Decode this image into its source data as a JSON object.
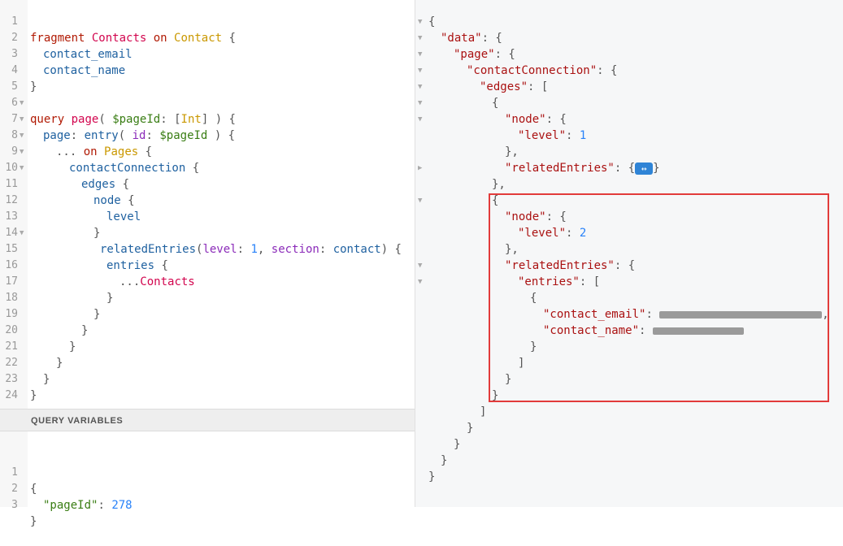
{
  "query_editor": {
    "line_numbers": [
      "1",
      "2",
      "3",
      "4",
      "5",
      "6",
      "7",
      "8",
      "9",
      "10",
      "11",
      "12",
      "13",
      "14",
      "15",
      "16",
      "17",
      "18",
      "19",
      "20",
      "21",
      "22",
      "23",
      "24"
    ],
    "l1": {
      "kw": "fragment",
      "name": "Contacts",
      "on": "on",
      "type": "Contact",
      "brace": "{"
    },
    "l2": "contact_email",
    "l3": "contact_name",
    "l4": "}",
    "l6": {
      "kw": "query",
      "name": "page",
      "open": "(",
      "var": "$pageId",
      "colon": ":",
      "type_open": "[",
      "type": "Int",
      "type_close": "]",
      "close": ") {"
    },
    "l7": {
      "field": "page",
      "colon": ":",
      "fn": "entry",
      "open": "(",
      "arg": "id",
      "argcolon": ":",
      "var": "$pageId",
      "close": ") {"
    },
    "l8": {
      "spread": "...",
      "on": "on",
      "type": "Pages",
      "brace": "{"
    },
    "l9": {
      "field": "contactConnection",
      "brace": "{"
    },
    "l10": {
      "field": "edges",
      "brace": "{"
    },
    "l11": {
      "field": "node",
      "brace": "{"
    },
    "l12": "level",
    "l13": "}",
    "l14": {
      "field": "relatedEntries",
      "open": "(",
      "arg1": "level",
      "c1": ":",
      "v1": "1",
      "comma": ",",
      "arg2": "section",
      "c2": ":",
      "v2": "contact",
      "close": ") {"
    },
    "l15": {
      "field": "entries",
      "brace": "{"
    },
    "l16": {
      "spread": "...",
      "frag": "Contacts"
    },
    "l17": "}",
    "l18": "}",
    "l19": "}",
    "l20": "}",
    "l21": "}",
    "l22": "}",
    "l23": "}"
  },
  "variables": {
    "header": "QUERY VARIABLES",
    "line_numbers": [
      "1",
      "2",
      "3"
    ],
    "open": "{",
    "key": "\"pageId\"",
    "colon": ":",
    "value": "278",
    "close": "}"
  },
  "result": {
    "r1": "{",
    "r2_key": "\"data\"",
    "r2_rest": ": {",
    "r3_key": "\"page\"",
    "r3_rest": ": {",
    "r4_key": "\"contactConnection\"",
    "r4_rest": ": {",
    "r5_key": "\"edges\"",
    "r5_rest": ": [",
    "r6": "{",
    "r7_key": "\"node\"",
    "r7_rest": ": {",
    "r8_key": "\"level\"",
    "r8_colon": ": ",
    "r8_val": "1",
    "r9": "},",
    "r10_key": "\"relatedEntries\"",
    "r10_rest": ": {",
    "r10_btn": "↔",
    "r10_end": "}",
    "r11": "},",
    "r12": "{",
    "r13_key": "\"node\"",
    "r13_rest": ": {",
    "r14_key": "\"level\"",
    "r14_colon": ": ",
    "r14_val": "2",
    "r15": "},",
    "r16_key": "\"relatedEntries\"",
    "r16_rest": ": {",
    "r17_key": "\"entries\"",
    "r17_rest": ": [",
    "r18": "{",
    "r19_key": "\"contact_email\"",
    "r19_colon": ": ",
    "r19_end": ",",
    "r20_key": "\"contact_name\"",
    "r20_colon": ": ",
    "r21": "}",
    "r22": "]",
    "r23": "}",
    "r24": "}",
    "r25": "]",
    "r26": "}",
    "r27": "}",
    "r28": "}",
    "r29": "}"
  },
  "colors": {
    "highlight_border": "#e23b3b",
    "collapse_button": "#2f84d6"
  }
}
